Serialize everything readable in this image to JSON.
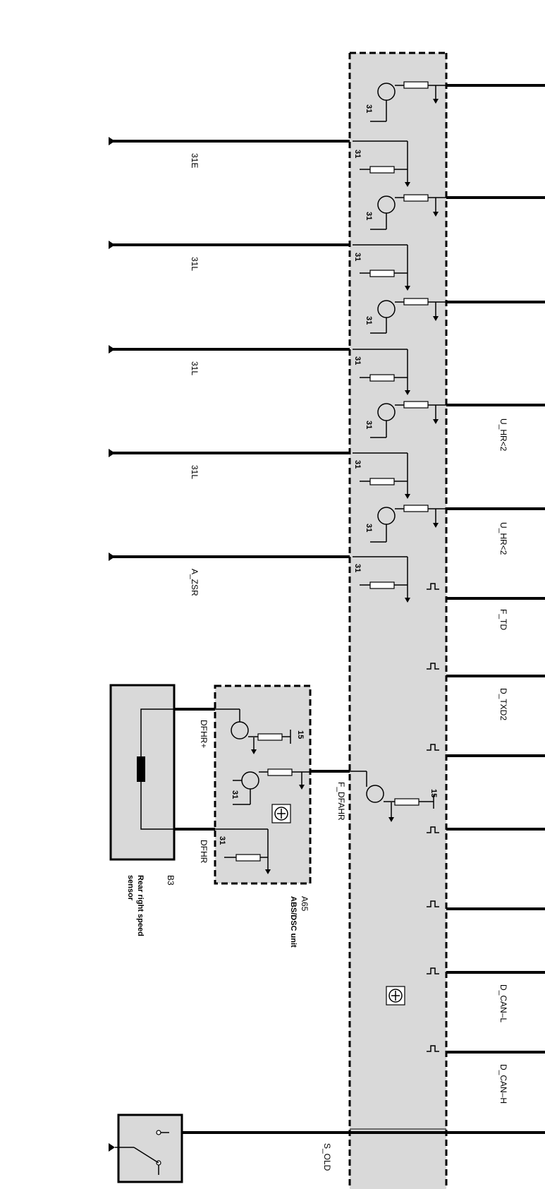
{
  "signals": {
    "gnd_e": "31E",
    "gnd_l1": "31L",
    "gnd_l2": "31L",
    "gnd_l3": "31L",
    "a_zsr": "A_ZSR",
    "u_hr_1": "U_HR<2",
    "u_hr_2": "U_HR<2",
    "f_td": "F_TD",
    "d_txd2": "D_TXD2",
    "d_can_l": "D_CAN–L",
    "d_can_h": "D_CAN–H",
    "f_dfahr": "F_DFAHR",
    "dfhr_plus": "DFHR+",
    "dfhr_minus": "DFHR",
    "s_old": "S_OLD"
  },
  "terminals": {
    "t31": "31",
    "t15": "15"
  },
  "components": {
    "b3": {
      "id": "B3",
      "name_line1": "Rear right speed",
      "name_line2": "sensor"
    },
    "a65": {
      "id": "A65",
      "name": "ABS/DSC unit"
    }
  }
}
